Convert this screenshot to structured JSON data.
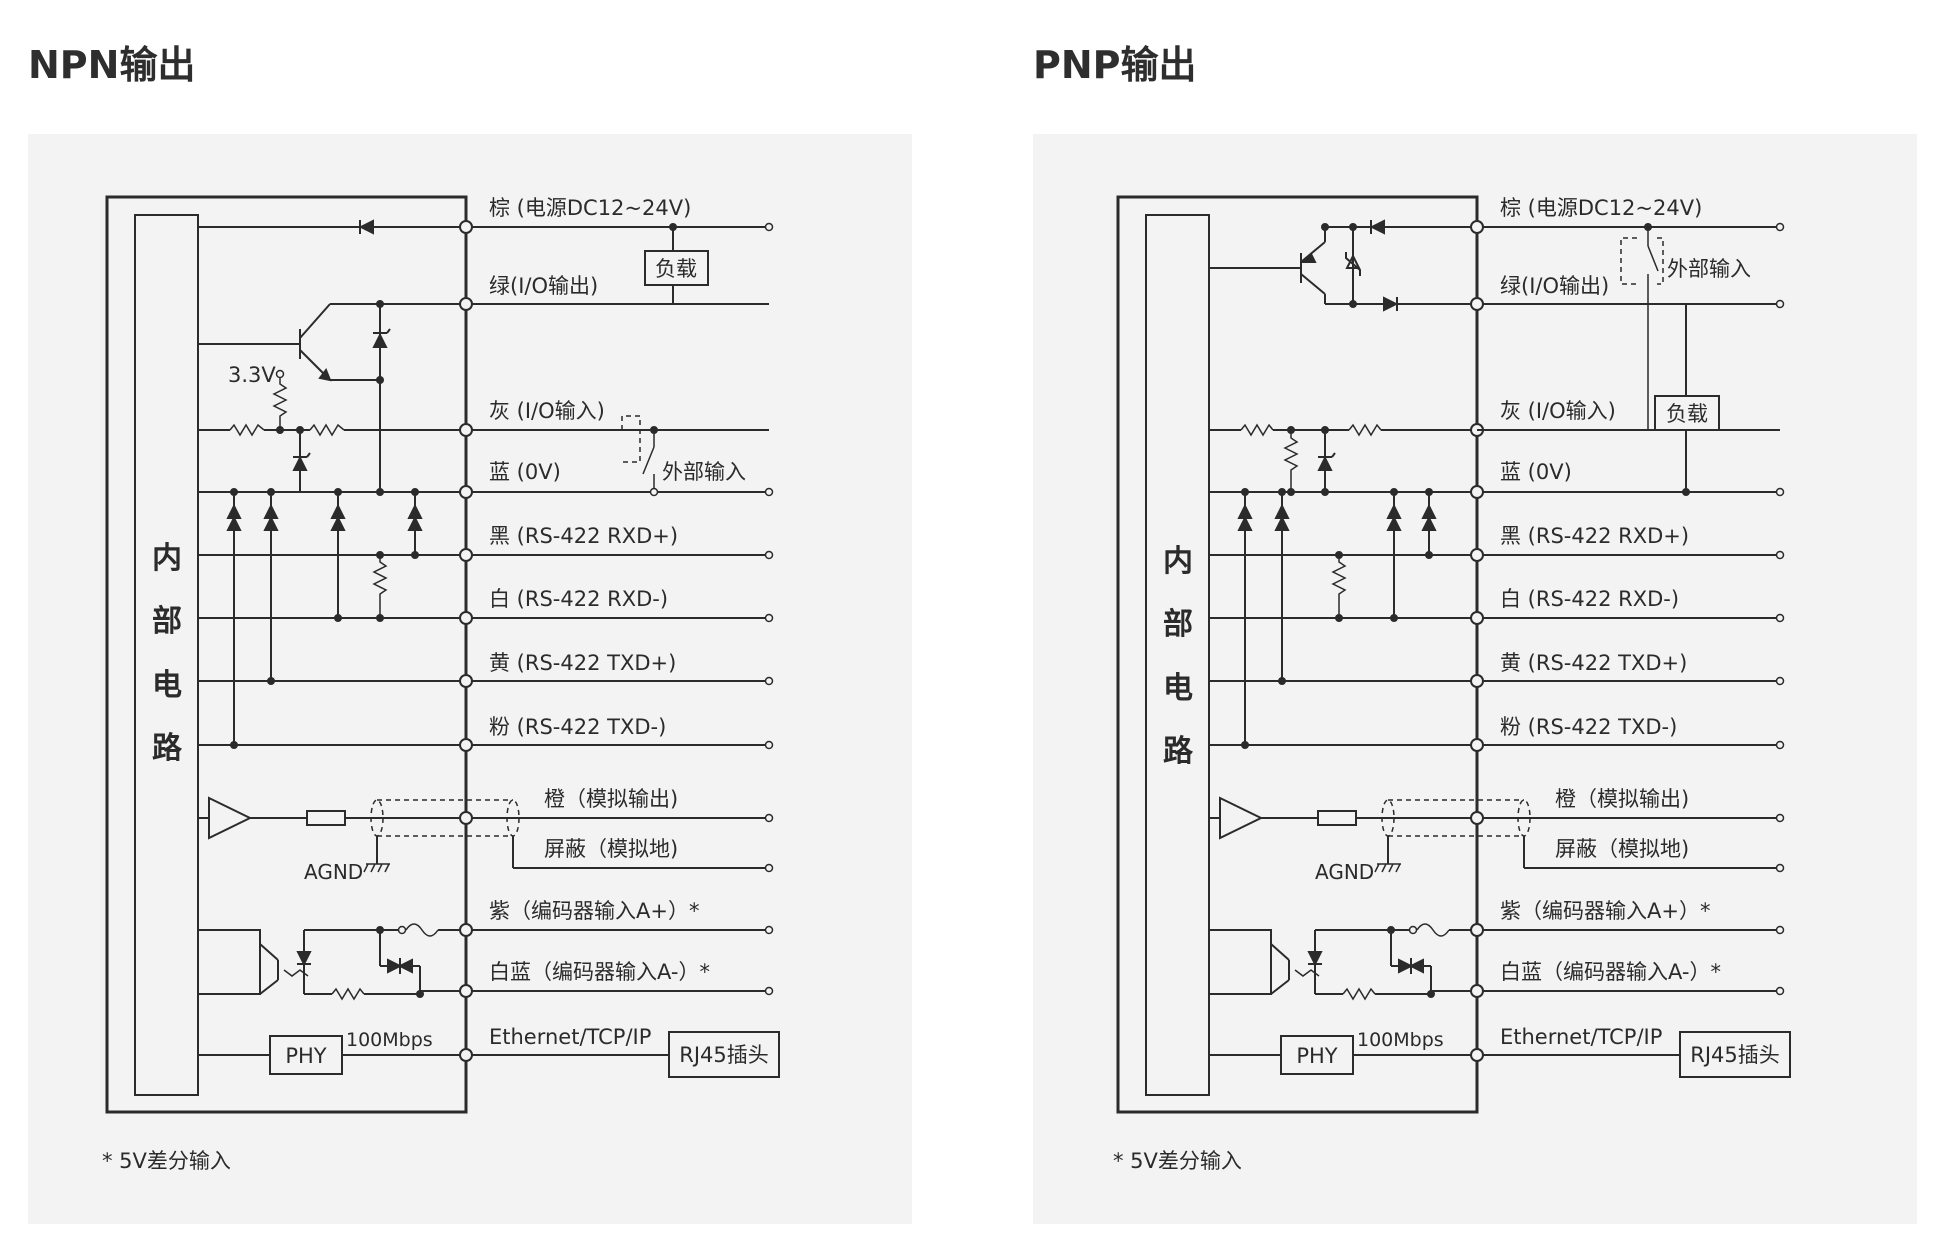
{
  "diagrams": [
    {
      "id": "npn",
      "title": "NPN输出",
      "internal_circuit": [
        "内",
        "部",
        "电",
        "路"
      ],
      "wires": {
        "brown": "棕 (电源DC12~24V)",
        "green": "绿(I/O输出)",
        "gray": "灰 (I/O输入)",
        "blue": "蓝 (0V)",
        "black": "黑 (RS-422 RXD+)",
        "white": "白 (RS-422 RXD-)",
        "yellow": "黄 (RS-422 TXD+)",
        "pink": "粉 (RS-422 TXD-)",
        "orange": "橙（模拟输出)",
        "shield": "屏蔽（模拟地)",
        "purple": "紫（编码器输入A+）*",
        "white_blue": "白蓝（编码器输入A-）*",
        "ethernet": "Ethernet/TCP/IP"
      },
      "load_label": "负载",
      "external_input_label": "外部输入",
      "v33_label": "3.3V",
      "agnd_label": "AGND",
      "phy_label": "PHY",
      "speed_label": "100Mbps",
      "rj45_label": "RJ45插头",
      "footnote": "* 5V差分输入"
    },
    {
      "id": "pnp",
      "title": "PNP输出",
      "internal_circuit": [
        "内",
        "部",
        "电",
        "路"
      ],
      "wires": {
        "brown": "棕 (电源DC12~24V)",
        "green": "绿(I/O输出)",
        "gray": "灰 (I/O输入)",
        "blue": "蓝 (0V)",
        "black": "黑 (RS-422 RXD+)",
        "white": "白 (RS-422 RXD-)",
        "yellow": "黄 (RS-422 TXD+)",
        "pink": "粉 (RS-422 TXD-)",
        "orange": "橙（模拟输出)",
        "shield": "屏蔽（模拟地)",
        "purple": "紫（编码器输入A+）*",
        "white_blue": "白蓝（编码器输入A-）*",
        "ethernet": "Ethernet/TCP/IP"
      },
      "load_label": "负载",
      "external_input_label": "外部输入",
      "agnd_label": "AGND",
      "phy_label": "PHY",
      "speed_label": "100Mbps",
      "rj45_label": "RJ45插头",
      "footnote": "* 5V差分输入"
    }
  ],
  "colors": {
    "panel_background": "#f3f3f3",
    "line": "#2b2b2b"
  }
}
